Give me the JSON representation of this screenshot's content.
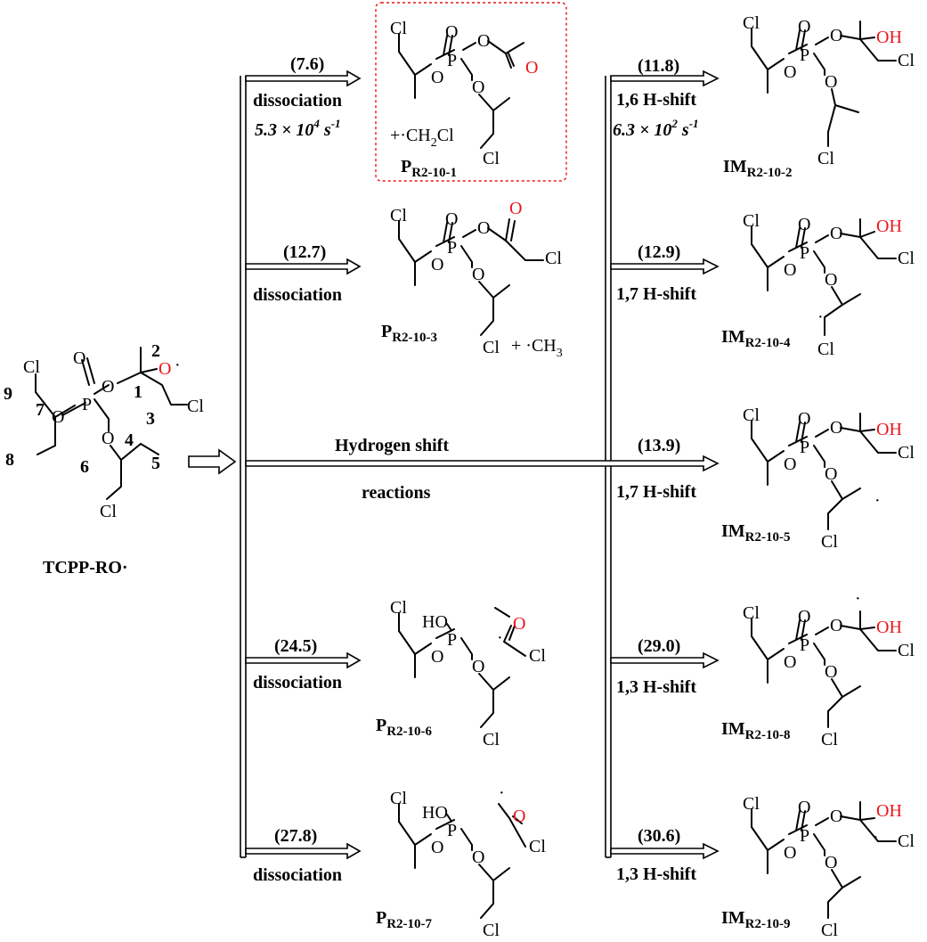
{
  "reactant": {
    "name": "TCPP-RO·",
    "numbers": [
      "1",
      "2",
      "3",
      "4",
      "5",
      "6",
      "7",
      "8",
      "9"
    ]
  },
  "atoms": {
    "cl": "Cl",
    "o": "O",
    "p": "P",
    "oh": "OH",
    "ho": "HO",
    "radical": "·"
  },
  "middle": {
    "label": "Hydrogen shift",
    "label2": "reactions"
  },
  "left_branch": [
    {
      "energy": "(7.6)",
      "type": "dissociation",
      "rate_pre": "5.3 × 10",
      "rate_exp": "4",
      "rate_unit": " s",
      "rate_unit_exp": "-1",
      "coproduct_pre": "+·CH",
      "coproduct_sub": "2",
      "coproduct_post": "Cl",
      "product_main": "P",
      "product_sub": "R2-10-1"
    },
    {
      "energy": "(12.7)",
      "type": "dissociation",
      "coproduct_pre": "+ ·CH",
      "coproduct_sub": "3",
      "product_main": "P",
      "product_sub": "R2-10-3"
    },
    {
      "energy": "(24.5)",
      "type": "dissociation",
      "product_main": "P",
      "product_sub": "R2-10-6"
    },
    {
      "energy": "(27.8)",
      "type": "dissociation",
      "product_main": "P",
      "product_sub": "R2-10-7"
    }
  ],
  "right_branch": [
    {
      "energy": "(11.8)",
      "type": "1,6 H-shift",
      "rate_pre": "6.3 × 10",
      "rate_exp": "2",
      "rate_unit": " s",
      "rate_unit_exp": "-1",
      "product_main": "IM",
      "product_sub": "R2-10-2"
    },
    {
      "energy": "(12.9)",
      "type": "1,7 H-shift",
      "product_main": "IM",
      "product_sub": "R2-10-4"
    },
    {
      "energy": "(13.9)",
      "type": "1,7 H-shift",
      "product_main": "IM",
      "product_sub": "R2-10-5"
    },
    {
      "energy": "(29.0)",
      "type": "1,3 H-shift",
      "product_main": "IM",
      "product_sub": "R2-10-8"
    },
    {
      "energy": "(30.6)",
      "type": "1,3 H-shift",
      "product_main": "IM",
      "product_sub": "R2-10-9"
    }
  ],
  "colors": {
    "highlight": "#e8161b",
    "ink": "#000000"
  }
}
